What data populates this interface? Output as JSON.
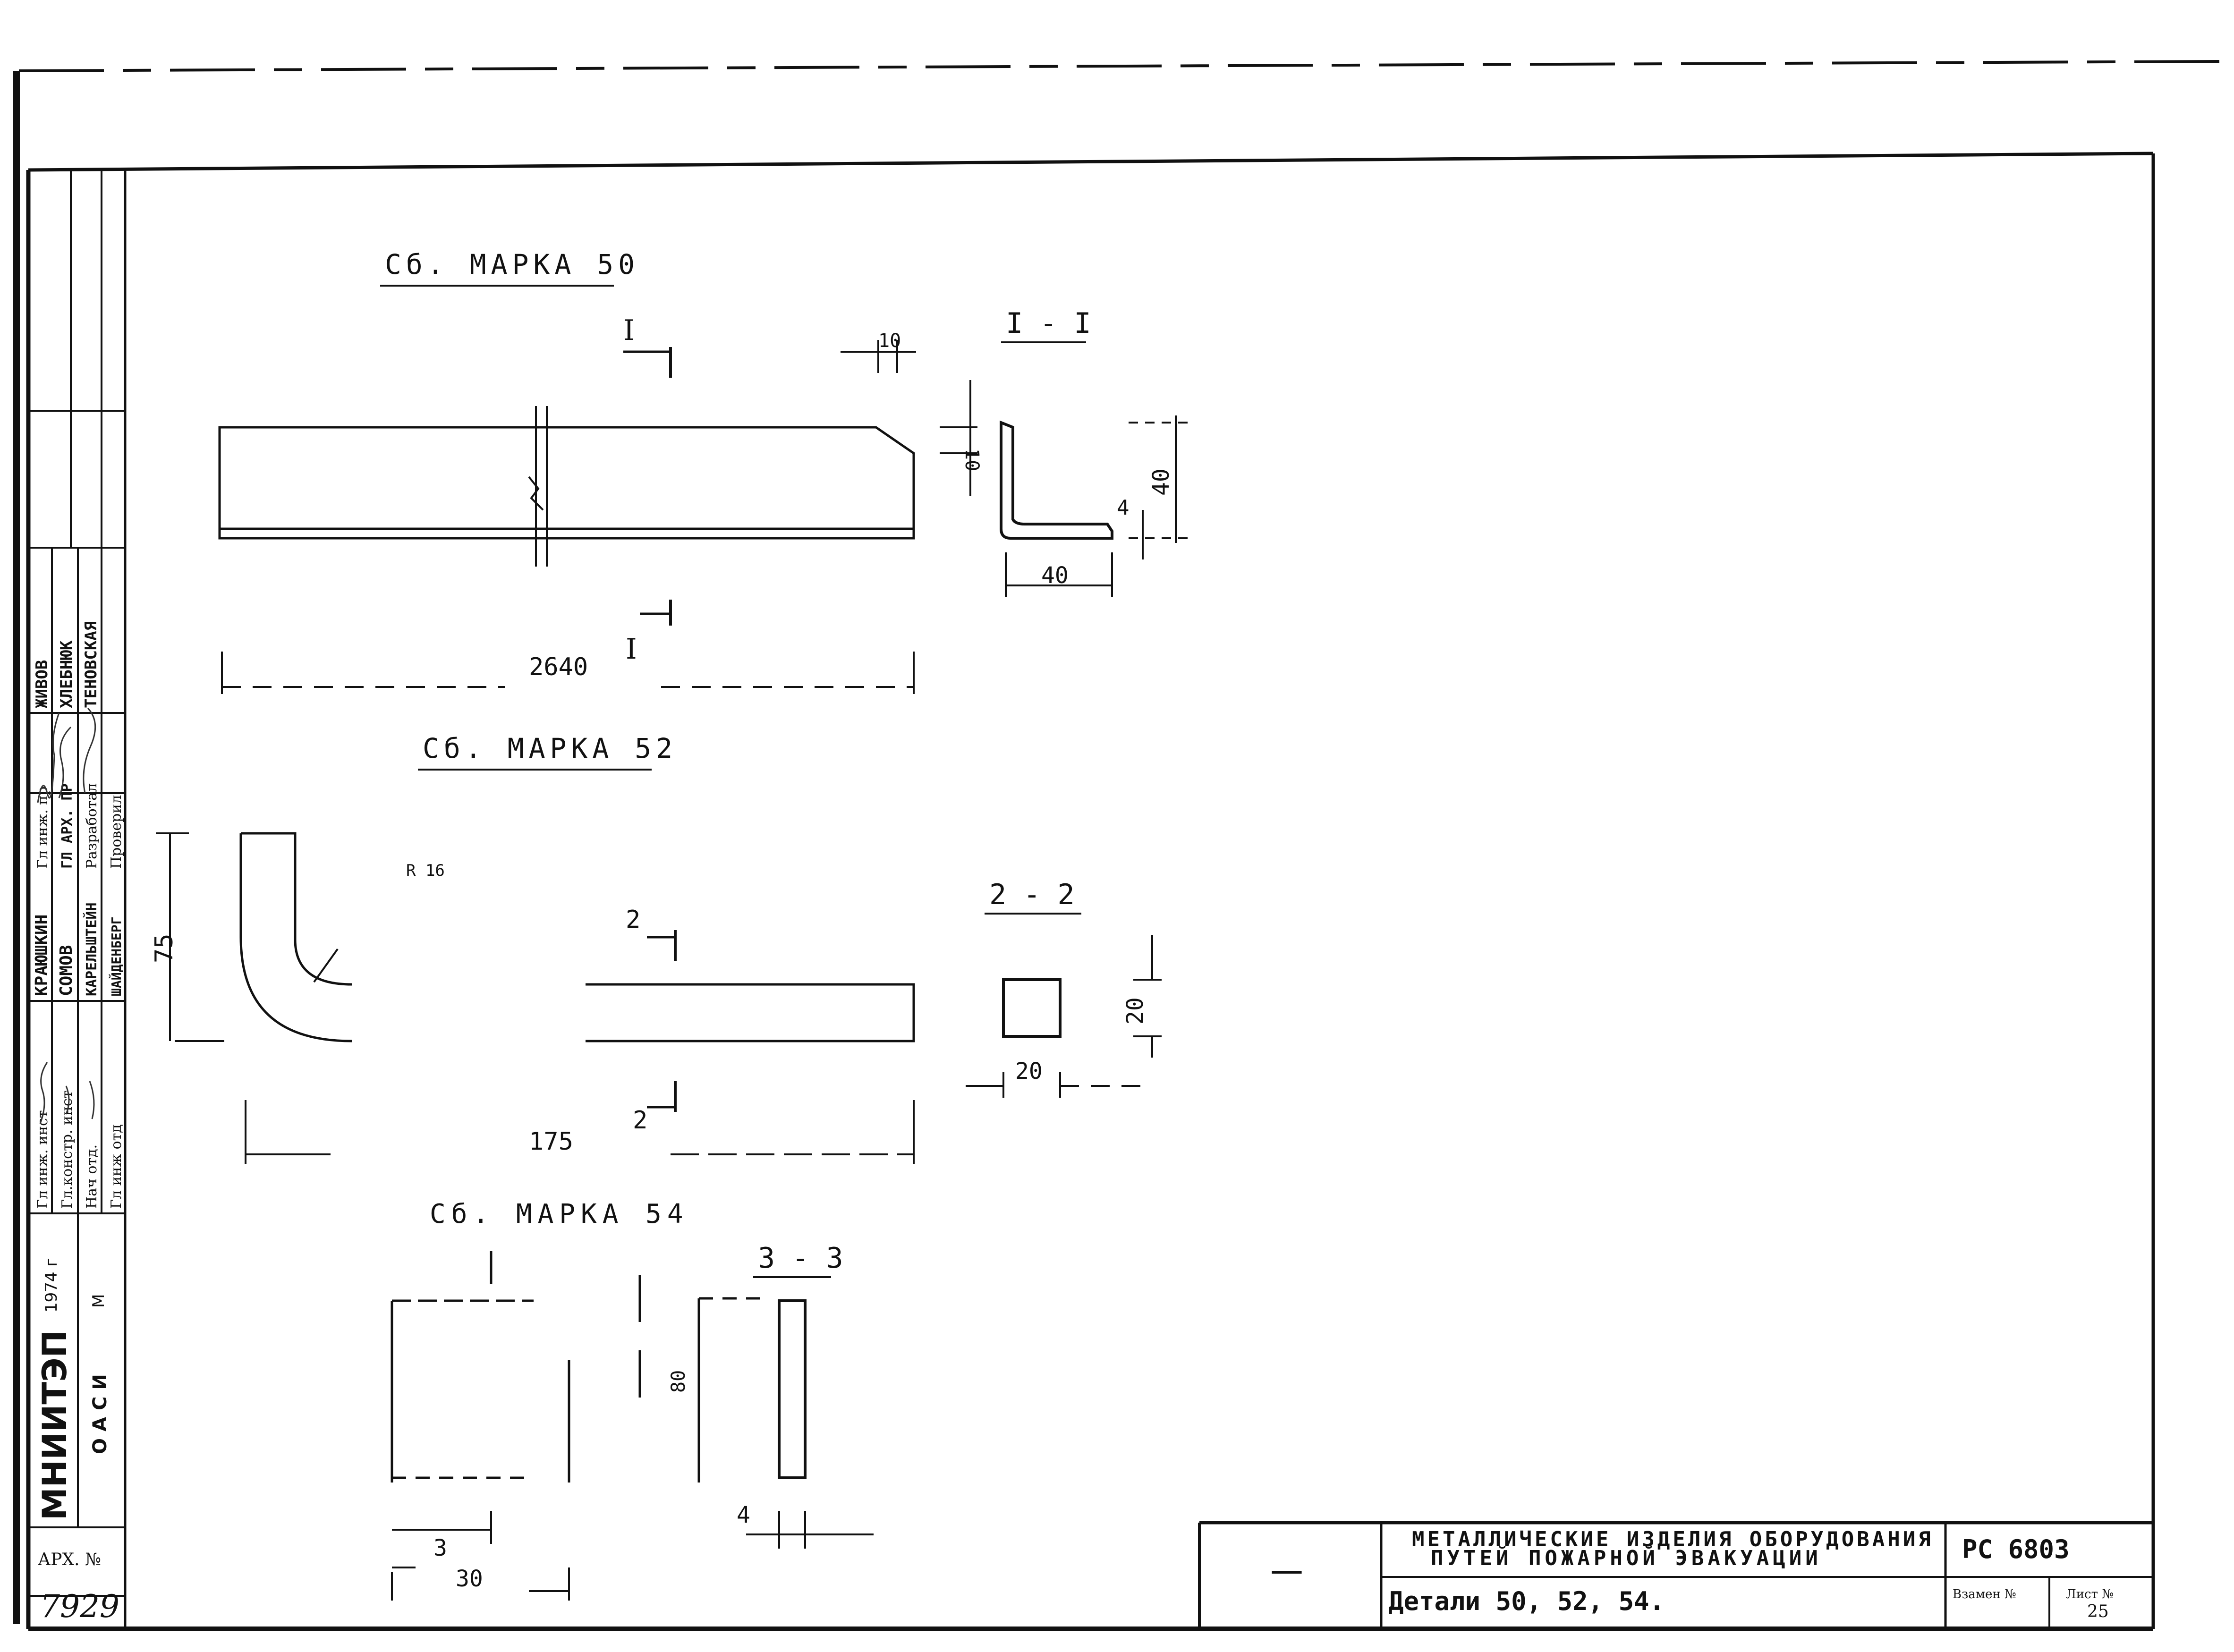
{
  "stamp": {
    "org": "МНИИТЭП",
    "dept": "ОАСИ",
    "year": "1974 г",
    "scale_mark": "М",
    "arch_label": "АРХ. №",
    "arch_number": "7929",
    "roles": [
      "Гл инж. инст",
      "Гл.констр. инст",
      "Нач отд.",
      "Гл инж отд"
    ],
    "right_roles": [
      "Гл инж. пр",
      "ГЛ АРХ. ПР",
      "Разработал",
      "Проверил"
    ],
    "names_left": [
      "КРАЮШКИН",
      "СОМОВ",
      "КАРЕЛЬШТЕЙН",
      "ШАЙДЕНБЕРГ"
    ],
    "names_right": [
      "ЖИВОВ",
      "ХЛЕБНЮК",
      "ТЕНОВСКАЯ"
    ]
  },
  "title_block": {
    "dash": "—",
    "title_line1": "МЕТАЛЛИЧЕСКИЕ ИЗДЕЛИЯ ОБОРУДОВАНИЯ",
    "title_line2": "ПУТЕЙ ПОЖАРНОЙ ЭВАКУАЦИИ",
    "subtitle": "Детали 50, 52, 54.",
    "code": "РС 6803",
    "replace_label": "Взамен №",
    "sheet_label": "Лист №",
    "sheet_number": "25"
  },
  "part50": {
    "title": "Сб. МАРКА 50",
    "section_mark": "I",
    "section_title": "I - I",
    "length": "2640",
    "chamfer": "10",
    "chamfer_v": "10",
    "leg_h": "40",
    "leg_w": "40",
    "thickness": "4"
  },
  "part52": {
    "title": "Сб. МАРКА 52",
    "radius": "R 16",
    "section_mark": "2",
    "section_title": "2 - 2",
    "height": "75",
    "length": "175",
    "sec_w": "20",
    "sec_h": "20"
  },
  "part54": {
    "title": "Сб. МАРКА 54",
    "section_title": "3 - 3",
    "section_mark": "3",
    "width": "30",
    "height": "80",
    "thickness": "4"
  }
}
